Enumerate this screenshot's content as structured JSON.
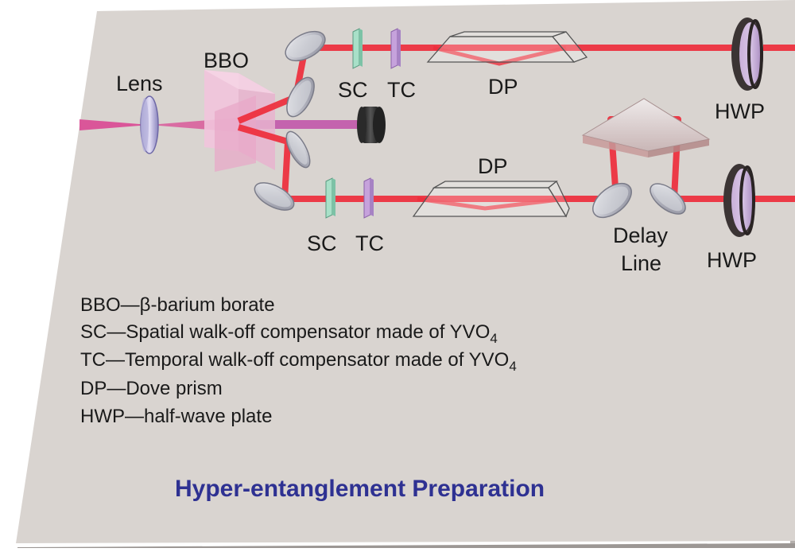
{
  "labels": {
    "lens": "Lens",
    "bbo": "BBO",
    "sc_top": "SC",
    "tc_top": "TC",
    "dp_top": "DP",
    "hwp_top": "HWP",
    "dp_bottom": "DP",
    "sc_bottom": "SC",
    "tc_bottom": "TC",
    "delay_line_1": "Delay",
    "delay_line_2": "Line",
    "hwp_bottom": "HWP"
  },
  "legend": {
    "bbo": "BBO—β-barium borate",
    "sc": "SC—Spatial walk-off compensator made of YVO",
    "sc_sub": "4",
    "tc": "TC—Temporal walk-off compensator made of YVO",
    "tc_sub": "4",
    "dp": "DP—Dove prism",
    "hwp": "HWP—half-wave plate"
  },
  "caption": "Hyper-entanglement Preparation",
  "colors": {
    "board": "#d9d4d0",
    "beam_red": "#ee2d3b",
    "pump": "#d9408f",
    "caption": "#2e3192"
  }
}
